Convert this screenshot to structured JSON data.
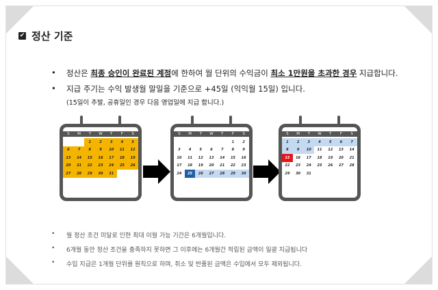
{
  "title": "정산 기준",
  "bullets": {
    "b1": {
      "p1": "정산은 ",
      "u1": "최종 승인이 완료된 계정",
      "p2": "에 한하여 월 단위의 수익금이 ",
      "u2": "최소 1만원을 초과한 경우",
      "p3": " 지급합니다."
    },
    "b2": "지급 주기는 수익 발생월 말일을 기준으로 +45일 (익익월 15일) 입니다.",
    "b2_sub": "(15일이 추발, 공휴일인 경우 다음 영업일에 지급 합니다.)"
  },
  "notes": [
    "월 정산 조건 미달로 인한 최대 이월 가능 기간은 6개월입니다.",
    "6개월 동안 정산 조건을 충족하지 못하면 그 이후에는 6개월간 적립된 금액이 일괄 지급됩니다",
    "수입 지급은 1개월 단위를 원칙으로 하며, 취소 및 반품된 금액은 수입에서 모두 제외됩니다."
  ],
  "weekdays": [
    "S",
    "M",
    "T",
    "W",
    "T",
    "F",
    "S"
  ],
  "colors": {
    "orange": "#f4b400",
    "light_blue": "#c5d9f1",
    "dark_blue": "#1f5fa8",
    "red": "#e8141c",
    "frame": "#555555"
  },
  "calendars": [
    {
      "id": "cal1",
      "cells": [
        {
          "t": "",
          "c": "none"
        },
        {
          "t": "",
          "c": "none"
        },
        {
          "t": "1",
          "c": "orange"
        },
        {
          "t": "2",
          "c": "orange"
        },
        {
          "t": "3",
          "c": "orange"
        },
        {
          "t": "4",
          "c": "orange"
        },
        {
          "t": "5",
          "c": "orange"
        },
        {
          "t": "6",
          "c": "orange"
        },
        {
          "t": "7",
          "c": "orange"
        },
        {
          "t": "8",
          "c": "orange"
        },
        {
          "t": "9",
          "c": "orange"
        },
        {
          "t": "10",
          "c": "orange"
        },
        {
          "t": "11",
          "c": "orange"
        },
        {
          "t": "12",
          "c": "orange"
        },
        {
          "t": "13",
          "c": "orange"
        },
        {
          "t": "14",
          "c": "orange"
        },
        {
          "t": "15",
          "c": "orange"
        },
        {
          "t": "16",
          "c": "orange"
        },
        {
          "t": "17",
          "c": "orange"
        },
        {
          "t": "18",
          "c": "orange"
        },
        {
          "t": "19",
          "c": "orange"
        },
        {
          "t": "20",
          "c": "orange"
        },
        {
          "t": "21",
          "c": "orange"
        },
        {
          "t": "22",
          "c": "orange"
        },
        {
          "t": "23",
          "c": "orange"
        },
        {
          "t": "24",
          "c": "orange"
        },
        {
          "t": "25",
          "c": "orange"
        },
        {
          "t": "26",
          "c": "orange"
        },
        {
          "t": "27",
          "c": "orange"
        },
        {
          "t": "28",
          "c": "orange"
        },
        {
          "t": "29",
          "c": "orange"
        },
        {
          "t": "30",
          "c": "orange"
        },
        {
          "t": "31",
          "c": "orange"
        },
        {
          "t": "",
          "c": "none"
        },
        {
          "t": "",
          "c": "none"
        }
      ]
    },
    {
      "id": "cal2",
      "cells": [
        {
          "t": "",
          "c": "none"
        },
        {
          "t": "",
          "c": "none"
        },
        {
          "t": "",
          "c": "none"
        },
        {
          "t": "",
          "c": "none"
        },
        {
          "t": "",
          "c": "none"
        },
        {
          "t": "1",
          "c": "none"
        },
        {
          "t": "2",
          "c": "none"
        },
        {
          "t": "3",
          "c": "none"
        },
        {
          "t": "4",
          "c": "none"
        },
        {
          "t": "5",
          "c": "none"
        },
        {
          "t": "6",
          "c": "none"
        },
        {
          "t": "7",
          "c": "none"
        },
        {
          "t": "8",
          "c": "none"
        },
        {
          "t": "9",
          "c": "none"
        },
        {
          "t": "10",
          "c": "none"
        },
        {
          "t": "11",
          "c": "none"
        },
        {
          "t": "12",
          "c": "none"
        },
        {
          "t": "13",
          "c": "none"
        },
        {
          "t": "14",
          "c": "none"
        },
        {
          "t": "15",
          "c": "none"
        },
        {
          "t": "16",
          "c": "none"
        },
        {
          "t": "17",
          "c": "none"
        },
        {
          "t": "18",
          "c": "none"
        },
        {
          "t": "19",
          "c": "none"
        },
        {
          "t": "20",
          "c": "none"
        },
        {
          "t": "21",
          "c": "none"
        },
        {
          "t": "22",
          "c": "none"
        },
        {
          "t": "23",
          "c": "none"
        },
        {
          "t": "24",
          "c": "none"
        },
        {
          "t": "25",
          "c": "dark_blue"
        },
        {
          "t": "26",
          "c": "light_blue"
        },
        {
          "t": "27",
          "c": "light_blue"
        },
        {
          "t": "28",
          "c": "light_blue"
        },
        {
          "t": "29",
          "c": "light_blue"
        },
        {
          "t": "30",
          "c": "light_blue"
        }
      ]
    },
    {
      "id": "cal3",
      "cells": [
        {
          "t": "1",
          "c": "light_blue"
        },
        {
          "t": "2",
          "c": "light_blue"
        },
        {
          "t": "3",
          "c": "light_blue"
        },
        {
          "t": "4",
          "c": "light_blue"
        },
        {
          "t": "5",
          "c": "light_blue"
        },
        {
          "t": "6",
          "c": "light_blue"
        },
        {
          "t": "7",
          "c": "light_blue"
        },
        {
          "t": "8",
          "c": "light_blue"
        },
        {
          "t": "9",
          "c": "light_blue"
        },
        {
          "t": "10",
          "c": "light_blue"
        },
        {
          "t": "11",
          "c": "none"
        },
        {
          "t": "12",
          "c": "none"
        },
        {
          "t": "13",
          "c": "none"
        },
        {
          "t": "14",
          "c": "none"
        },
        {
          "t": "15",
          "c": "red"
        },
        {
          "t": "16",
          "c": "none"
        },
        {
          "t": "17",
          "c": "none"
        },
        {
          "t": "18",
          "c": "none"
        },
        {
          "t": "19",
          "c": "none"
        },
        {
          "t": "20",
          "c": "none"
        },
        {
          "t": "21",
          "c": "none"
        },
        {
          "t": "22",
          "c": "none"
        },
        {
          "t": "23",
          "c": "none"
        },
        {
          "t": "24",
          "c": "none"
        },
        {
          "t": "25",
          "c": "none"
        },
        {
          "t": "26",
          "c": "none"
        },
        {
          "t": "27",
          "c": "none"
        },
        {
          "t": "28",
          "c": "none"
        },
        {
          "t": "29",
          "c": "none"
        },
        {
          "t": "30",
          "c": "none"
        },
        {
          "t": "31",
          "c": "none"
        },
        {
          "t": "",
          "c": "none"
        },
        {
          "t": "",
          "c": "none"
        },
        {
          "t": "",
          "c": "none"
        },
        {
          "t": "",
          "c": "none"
        }
      ]
    }
  ]
}
